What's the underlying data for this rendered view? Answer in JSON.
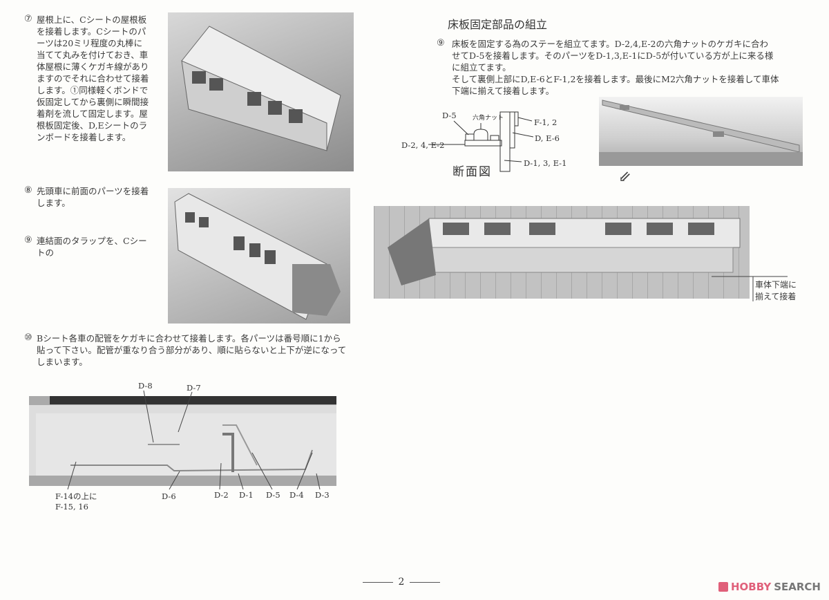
{
  "step7": {
    "marker": "⑦",
    "text": "屋根上に、Cシートの屋根板を接着します。Cシートのパーツは20ミリ程度の丸棒に当てて丸みを付けておき、車体屋根に薄くケガキ線がありますのでそれに合わせて接着します。①同様軽くボンドで仮固定してから裏側に瞬間接着剤を流して固定します。屋根板固定後、D,Eシートのランボードを接着します。"
  },
  "step8": {
    "marker": "⑧",
    "text": "先頭車に前面のパーツを接着します。"
  },
  "step9_left": {
    "marker": "⑨",
    "text": "連結面のタラップを、Cシートの"
  },
  "step10": {
    "marker": "⑩",
    "text": "Bシート各車の配管をケガキに合わせて接着します。各パーツは番号順に1から貼って下さい。配管が重なり合う部分があり、順に貼らないと上下が逆になってしまいます。"
  },
  "piping_labels": {
    "d8": "D-8",
    "d7": "D-7",
    "f14": "F-14の上に",
    "f15": "F-15, 16",
    "d6": "D-6",
    "d2": "D-2",
    "d1": "D-1",
    "d5": "D-5",
    "d4": "D-4",
    "d3": "D-3"
  },
  "section_title": "床板固定部品の組立",
  "step9_right": {
    "marker": "⑨",
    "line1": "床板を固定する為のステーを組立てます。D-2,4,E-2の六角ナットのケガキに合わ",
    "line2": "せてD-5を接着します。そのパーツをD-1,3,E-1にD-5が付いている方が上に来る様",
    "line3": "に組立てます。",
    "line4": "そして裏側上部にD,E-6とF-1,2を接着します。最後にM2六角ナットを接着して車体",
    "line5": "下端に揃えて接着します。"
  },
  "diagram": {
    "d5": "D-5",
    "nut": "六角ナット",
    "f12": "F-1, 2",
    "de6": "D, E-6",
    "d24e2": "D-2, 4, E-2",
    "d13e1": "D-1, 3, E-1",
    "caption": "断面図"
  },
  "arrow": "⇙",
  "bottom_note": {
    "line1": "車体下端に",
    "line2": "揃えて接着"
  },
  "page_number": "2",
  "watermark": {
    "part1": "HOBBY",
    "part2": "SEARCH",
    "color1": "#e0607a",
    "color2": "#777777"
  }
}
